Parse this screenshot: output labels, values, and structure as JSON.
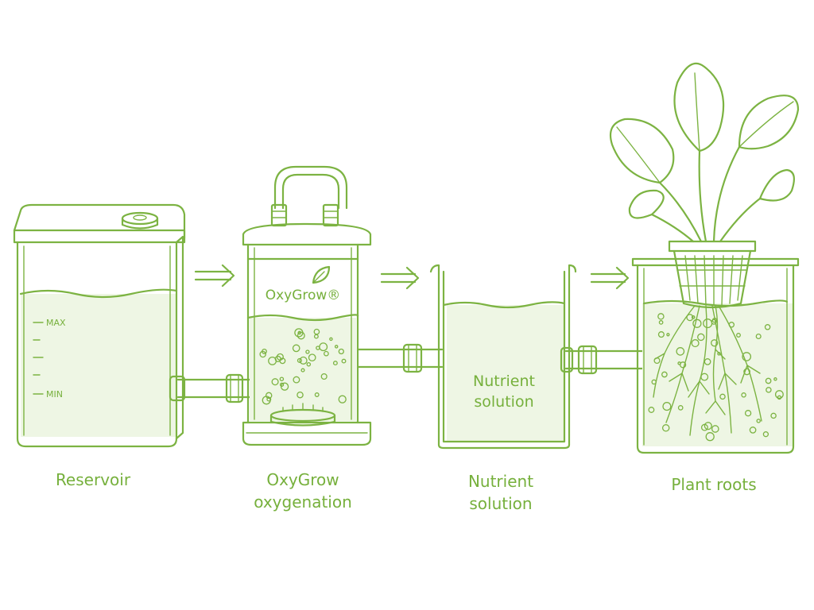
{
  "diagram": {
    "stages": [
      {
        "label_lines": [
          "Reservoir"
        ]
      },
      {
        "label_lines": [
          "OxyGrow",
          "oxygenation"
        ]
      },
      {
        "label_lines": [
          "Nutrient",
          "solution"
        ]
      },
      {
        "label_lines": [
          "Plant roots"
        ]
      }
    ],
    "reservoir": {
      "max_mark": "MAX",
      "min_mark": "MIN"
    },
    "oxygenator": {
      "brand": "OxyGrow®"
    },
    "nutrient_tank": {
      "label_lines": [
        "Nutrient",
        "solution"
      ]
    },
    "colors": {
      "line": "#7cb342",
      "text": "#76b03c",
      "water_tint": "#eef6e4"
    },
    "icons": [
      "arrow-right-icon",
      "leaf-icon",
      "bubbles",
      "plant-basket"
    ]
  }
}
